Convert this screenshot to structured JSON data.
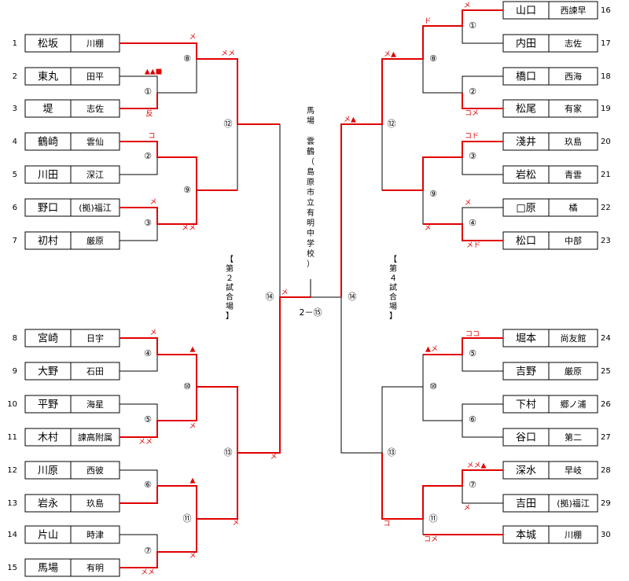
{
  "players_left": [
    {
      "no": "1",
      "name": "松坂",
      "affil": "川棚"
    },
    {
      "no": "2",
      "name": "東丸",
      "affil": "田平"
    },
    {
      "no": "3",
      "name": "堤",
      "affil": "志佐"
    },
    {
      "no": "4",
      "name": "鶴崎",
      "affil": "雲仙"
    },
    {
      "no": "5",
      "name": "川田",
      "affil": "深江"
    },
    {
      "no": "6",
      "name": "野口",
      "affil": "(拠)福江"
    },
    {
      "no": "7",
      "name": "初村",
      "affil": "厳原"
    },
    {
      "no": "8",
      "name": "宮崎",
      "affil": "日宇"
    },
    {
      "no": "9",
      "name": "大野",
      "affil": "石田"
    },
    {
      "no": "10",
      "name": "平野",
      "affil": "海星"
    },
    {
      "no": "11",
      "name": "木村",
      "affil": "諫高附属"
    },
    {
      "no": "12",
      "name": "川原",
      "affil": "西彼"
    },
    {
      "no": "13",
      "name": "岩永",
      "affil": "玖島"
    },
    {
      "no": "14",
      "name": "片山",
      "affil": "時津"
    },
    {
      "no": "15",
      "name": "馬場",
      "affil": "有明"
    }
  ],
  "players_right": [
    {
      "no": "16",
      "name": "山口",
      "affil": "西諫早"
    },
    {
      "no": "17",
      "name": "内田",
      "affil": "志佐"
    },
    {
      "no": "18",
      "name": "橋口",
      "affil": "西海"
    },
    {
      "no": "19",
      "name": "松尾",
      "affil": "有家"
    },
    {
      "no": "20",
      "name": "淺井",
      "affil": "玖島"
    },
    {
      "no": "21",
      "name": "岩松",
      "affil": "青雲"
    },
    {
      "no": "22",
      "name": "□原",
      "affil": "橘"
    },
    {
      "no": "23",
      "name": "松口",
      "affil": "中部"
    },
    {
      "no": "24",
      "name": "堀本",
      "affil": "尚友館"
    },
    {
      "no": "25",
      "name": "吉野",
      "affil": "厳原"
    },
    {
      "no": "26",
      "name": "下村",
      "affil": "郷ノ浦"
    },
    {
      "no": "27",
      "name": "谷口",
      "affil": "第二"
    },
    {
      "no": "28",
      "name": "深水",
      "affil": "早岐"
    },
    {
      "no": "29",
      "name": "吉田",
      "affil": "(拠)福江"
    },
    {
      "no": "30",
      "name": "本城",
      "affil": "川棚"
    }
  ],
  "match_labels": {
    "l1": "①",
    "l2": "②",
    "l3": "③",
    "l4": "④",
    "l5": "⑤",
    "l6": "⑥",
    "l7": "⑦",
    "l8": "⑧",
    "l9": "⑨",
    "l10": "⑩",
    "l11": "⑪",
    "l12": "⑫",
    "l13": "⑬",
    "l14": "⑭",
    "r1": "①",
    "r2": "②",
    "r3": "③",
    "r4": "④",
    "r5": "⑤",
    "r6": "⑥",
    "r7": "⑦",
    "r8": "⑧",
    "r9": "⑨",
    "r10": "⑩",
    "r11": "⑪",
    "r12": "⑫",
    "r13": "⑬",
    "r14": "⑭",
    "final": "2－⑮"
  },
  "venues": {
    "left": "【第２試合場】",
    "right": "【第４試合場】",
    "center": "馬場　雲鶴（島原市立有明中学校）"
  },
  "marks": {
    "m1": "メ",
    "m2": "▲▲■",
    "m3": "反",
    "m4": "メメ",
    "m5": "コ",
    "m6": "メ",
    "m7": "メメ",
    "m8": "メ",
    "m9": "▲",
    "m10": "メ",
    "m11": "メメ",
    "m12": "▲",
    "m13": "メ",
    "m14": "メ",
    "m15": "メ",
    "m16": "メメ",
    "m17": "メ",
    "r_m1": "メ",
    "r_m2": "ド",
    "r_m3": "メ▲",
    "r_m4": "コメ",
    "r_m5": "メ▲",
    "r_m6": "コド",
    "r_m7": "メ",
    "r_m8": "メド",
    "r_m9": "メ",
    "r_m10": "ココ",
    "r_m11": "▲メ",
    "r_m12": "メメ▲",
    "r_m13": "メ",
    "r_m14": "コ",
    "r_m15": "コメ"
  },
  "colors": {
    "win": "#e00000",
    "line": "#000000"
  }
}
